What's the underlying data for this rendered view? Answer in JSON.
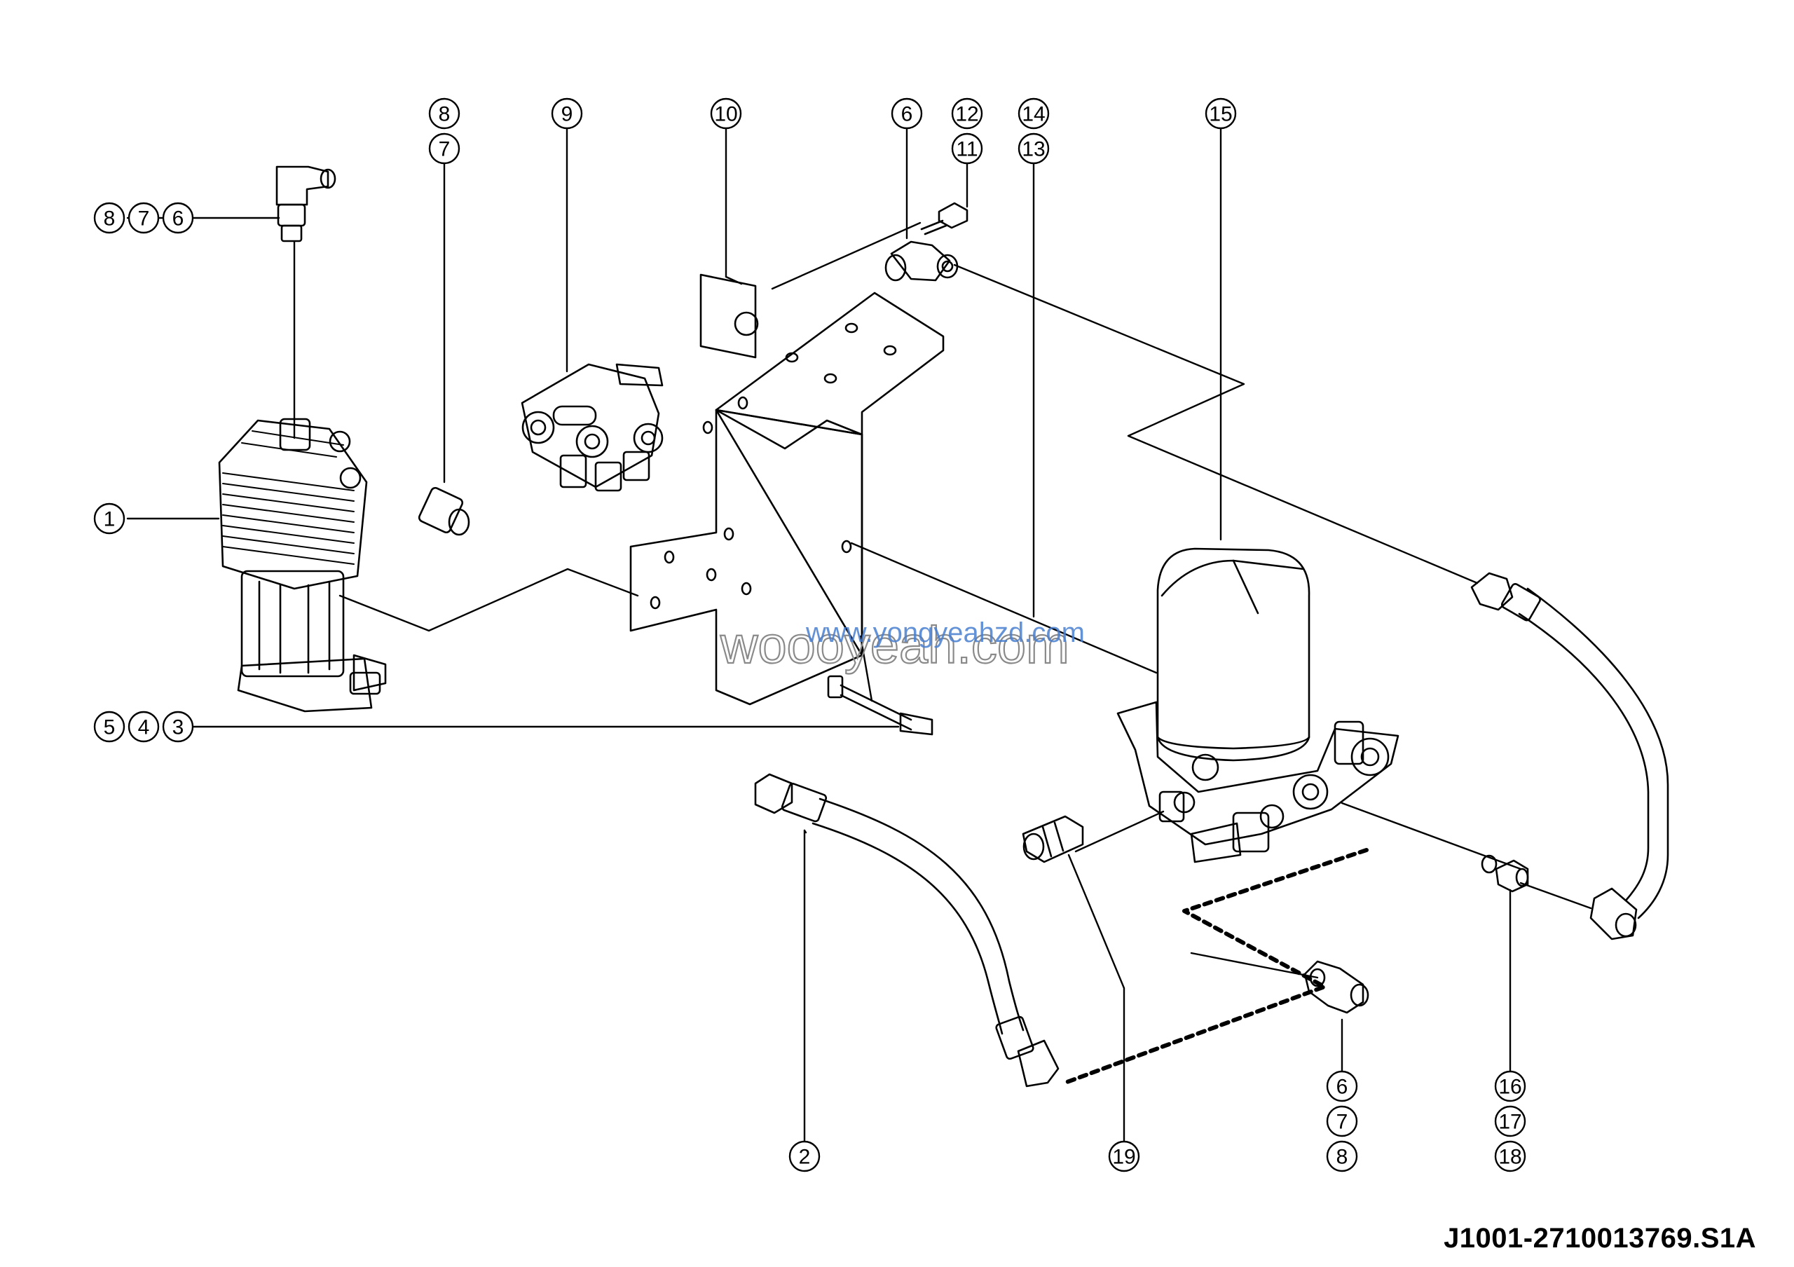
{
  "document_code": "J1001-2710013769.S1A",
  "watermark": {
    "outline": "woooyeah.com",
    "overlay": "www.yongyeahzd.com"
  },
  "callouts": {
    "c1": "1",
    "c2": "2",
    "c3": "3",
    "c4": "4",
    "c5": "5",
    "c6a": "6",
    "c7a": "7",
    "c8a": "8",
    "c7b": "7",
    "c8b": "8",
    "c9": "9",
    "c10": "10",
    "c6c": "6",
    "c11": "11",
    "c12": "12",
    "c13": "13",
    "c14": "14",
    "c15": "15",
    "c16": "16",
    "c17": "17",
    "c18": "18",
    "c6d": "6",
    "c7d": "7",
    "c8d": "8",
    "c19": "19"
  },
  "colors": {
    "line": "#000000",
    "watermark_outline": "#8a8a8a",
    "watermark_overlay": "#4a7fd0"
  }
}
